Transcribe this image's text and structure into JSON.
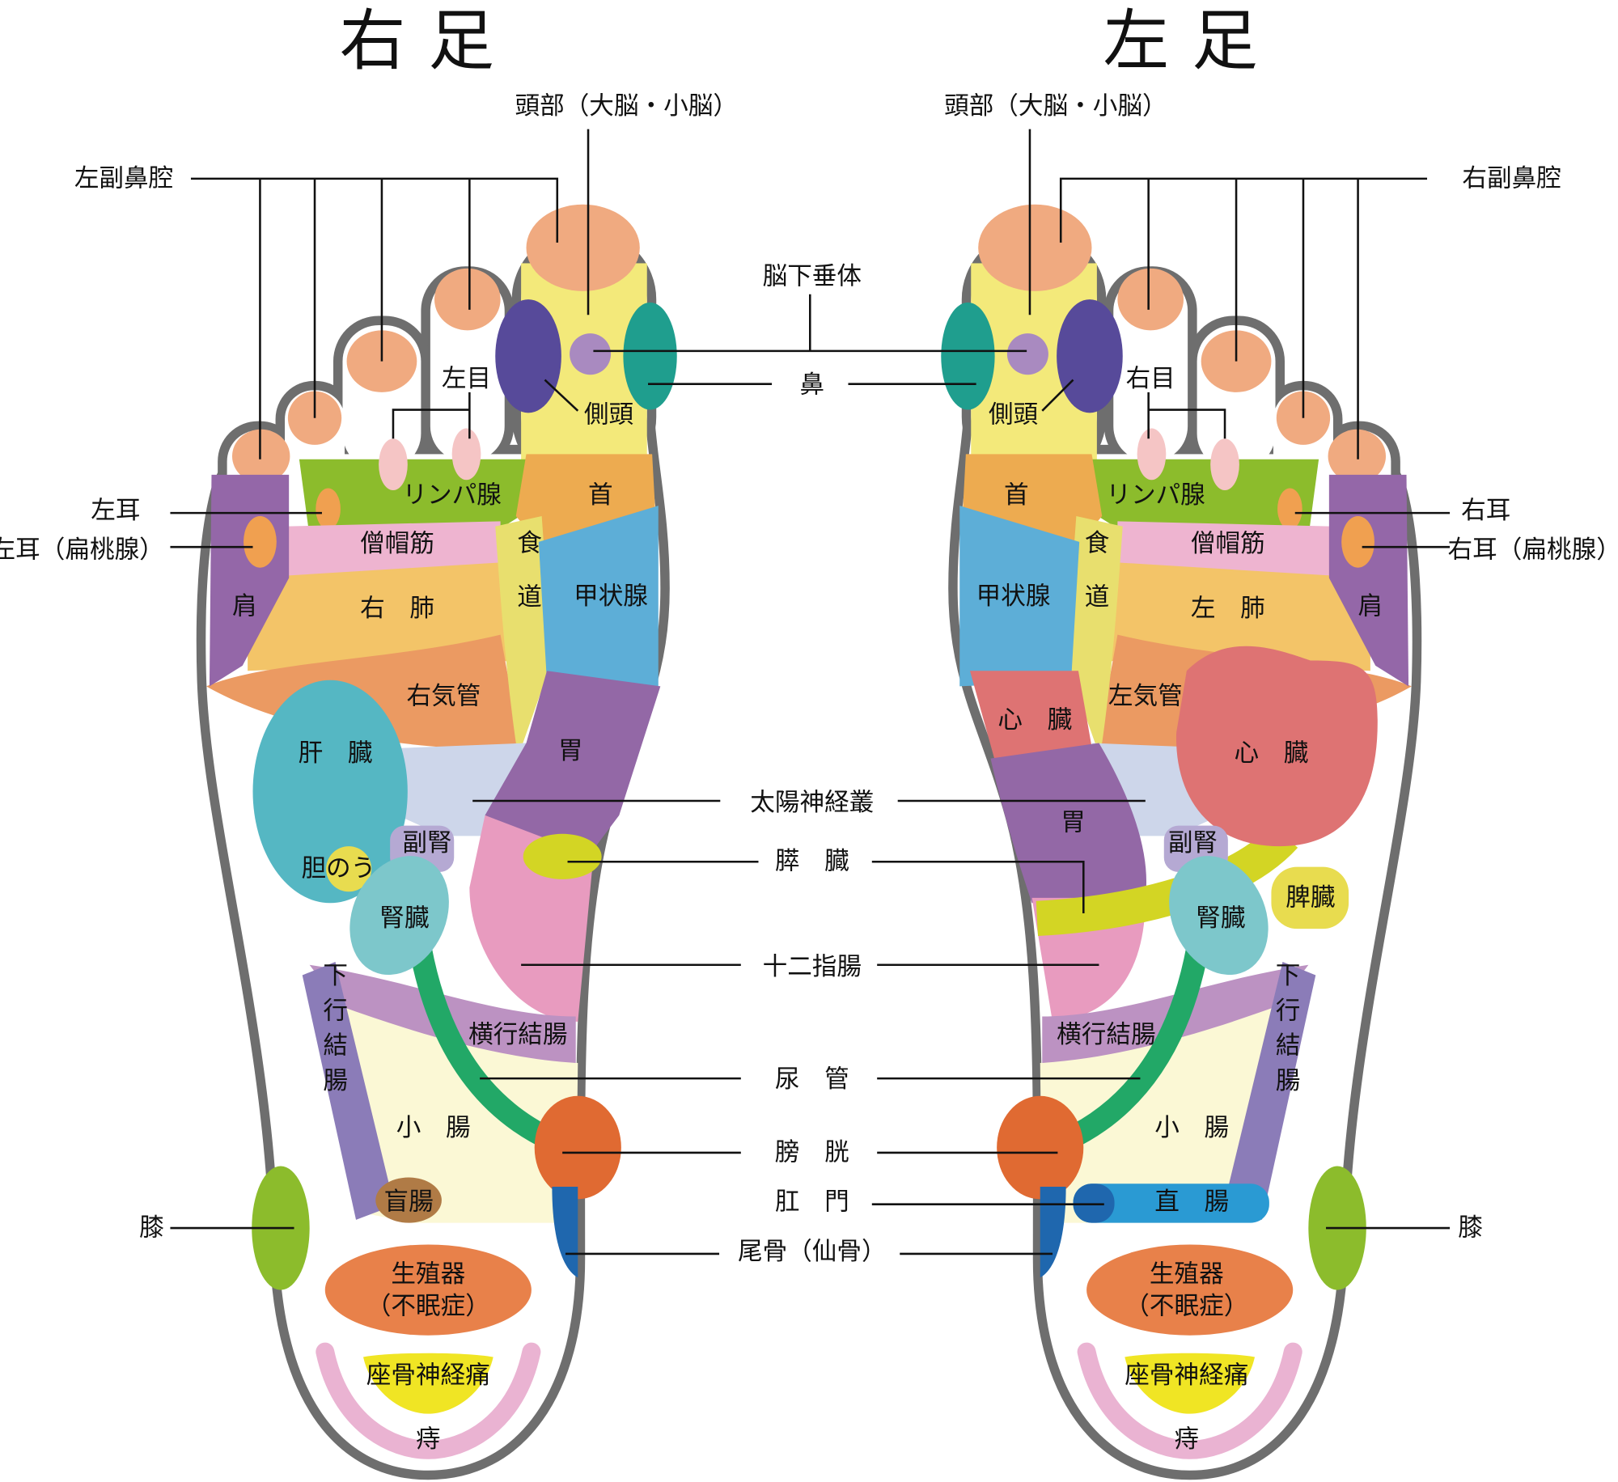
{
  "titles": {
    "right_foot": "右足",
    "left_foot": "左足"
  },
  "colors": {
    "outline": "#6e6e6e",
    "toe_tip": "#f0aa80",
    "head": "#f3e97a",
    "temple_inner": "#574a9a",
    "temple_outer": "#1f9e8e",
    "pituitary": "#a98ac0",
    "eye": "#f5c5c5",
    "ear": "#f0a050",
    "lymph": "#8cbc2c",
    "neck": "#edab50",
    "trapezius": "#eeb4d0",
    "shoulder": "#9467a8",
    "lung": "#f3c468",
    "trachea": "#eb9a62",
    "esophagus": "#e8df6e",
    "thyroid": "#5daed7",
    "stomach": "#9368a6",
    "duodenum": "#e89bbf",
    "pancreas": "#d3d524",
    "solar_plexus": "#cdd6ea",
    "liver": "#55b7c3",
    "gallbladder": "#e8dc4f",
    "adrenal": "#b5a9d3",
    "kidney": "#7dc7cb",
    "transverse_colon": "#bc92c2",
    "descending_colon": "#8b7cb8",
    "small_intestine": "#fbf8d5",
    "ureter": "#22a867",
    "bladder": "#e06a32",
    "tailbone": "#1f67ae",
    "cecum": "#b07b46",
    "knee": "#8cbc2c",
    "genitals": "#e8814a",
    "sciatic": "#f0e524",
    "hemorrhoid": "#eab3d2",
    "heart": "#de7373",
    "spleen": "#e8dc4f",
    "rectum": "#2a9ad3"
  },
  "center_labels": {
    "pituitary": "脳下垂体",
    "nose": "鼻",
    "solar_plexus": "太陽神経叢",
    "pancreas": "膵　臓",
    "duodenum": "十二指腸",
    "ureter": "尿　管",
    "bladder": "膀　胱",
    "anus": "肛　門",
    "tailbone": "尾骨（仙骨）"
  },
  "right_foot": {
    "head": "頭部（大脳・小脳）",
    "sinus": "左副鼻腔",
    "temple": "側頭",
    "eye": "左目",
    "lymph": "リンパ腺",
    "neck": "首",
    "ear": "左耳",
    "ear_tonsil": "左耳（扁桃腺）",
    "trapezius": "僧帽筋",
    "shoulder": "肩",
    "lung": "右　肺",
    "esophagus": "食道",
    "thyroid": "甲状腺",
    "trachea": "右気管",
    "liver": "肝　臓",
    "stomach": "胃",
    "adrenal": "副腎",
    "gallbladder": "胆のう",
    "kidney": "腎臓",
    "transverse_colon": "横行結腸",
    "descending_colon": "下行結腸",
    "small_intestine": "小　腸",
    "cecum": "盲腸",
    "knee": "膝",
    "genitals": "生殖器",
    "insomnia": "（不眠症）",
    "sciatic": "座骨神経痛",
    "hemorrhoid": "痔"
  },
  "left_foot": {
    "head": "頭部（大脳・小脳）",
    "sinus": "右副鼻腔",
    "temple": "側頭",
    "eye": "右目",
    "lymph": "リンパ腺",
    "neck": "首",
    "ear": "右耳",
    "ear_tonsil": "右耳（扁桃腺）",
    "trapezius": "僧帽筋",
    "shoulder": "肩",
    "lung": "左　肺",
    "esophagus": "食道",
    "thyroid": "甲状腺",
    "trachea": "左気管",
    "heart_small": "心　臓",
    "heart": "心　臓",
    "stomach": "胃",
    "adrenal": "副腎",
    "spleen": "脾臓",
    "kidney": "腎臓",
    "transverse_colon": "横行結腸",
    "descending_colon": "下行結腸",
    "small_intestine": "小　腸",
    "rectum": "直　腸",
    "knee": "膝",
    "genitals": "生殖器",
    "insomnia": "（不眠症）",
    "sciatic": "座骨神経痛",
    "hemorrhoid": "痔"
  }
}
